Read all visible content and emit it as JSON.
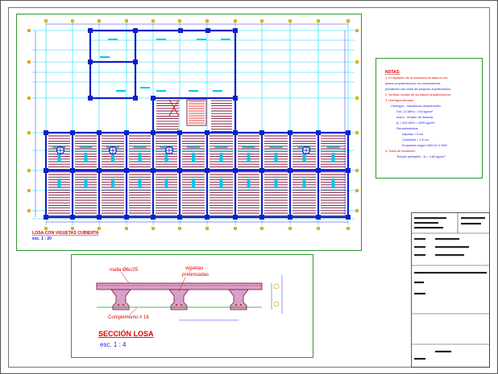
{
  "colors": {
    "frame": "#1a8c1a",
    "grid": "#00e0ff",
    "beam": "#0b22c8",
    "slab": "#7a0f3a",
    "dim": "#2a2aff",
    "column": "#00c8e8",
    "marker": "#e0b000",
    "note_red": "#e00000",
    "note_blue": "#2020e0",
    "title_red": "#e00000",
    "title_blue": "#2020e0",
    "section_fill": "#d8a0c8",
    "section_green": "#10a010"
  },
  "plan": {
    "title": "LOSA CON VIGUETAS CUBIERTA",
    "scale": "esc. 1 : 20"
  },
  "notes": {
    "heading": "NOTAS:",
    "lines": [
      "1. El replanteo de la estructura se basa en los",
      "planos arquitectónicos, en consecuencia",
      "prevalecen las cotas del proyecto arquitectónico.",
      "2. Verificar niveles de los planos arquitectónicos.",
      "3. Hormigón Armado:",
      "Hormigón - resistencia característica",
      "f'ck= 21 MPa = 210 kg/cm²",
      "Acero - tensión de fluencia",
      "fy = 420 MPa = 4200 kg/cm²",
      "Recubrimientos:",
      "Zapatas = 5 cm",
      "Columnas = 2.5 cm",
      "Empalmes según CBH-87 ó SHE",
      "4. Suelo de fundación:",
      "Tensión admisible - fs = 0.80 kg/cm²"
    ]
  },
  "section": {
    "title": "SECCIÓN LOSA",
    "scale": "esc. 1 : 4",
    "label_mesh": "malla Ø6c/25",
    "label_joists_1": "viguetas",
    "label_joists_2": "pretensadas",
    "label_fill": "Complemento # 16"
  }
}
